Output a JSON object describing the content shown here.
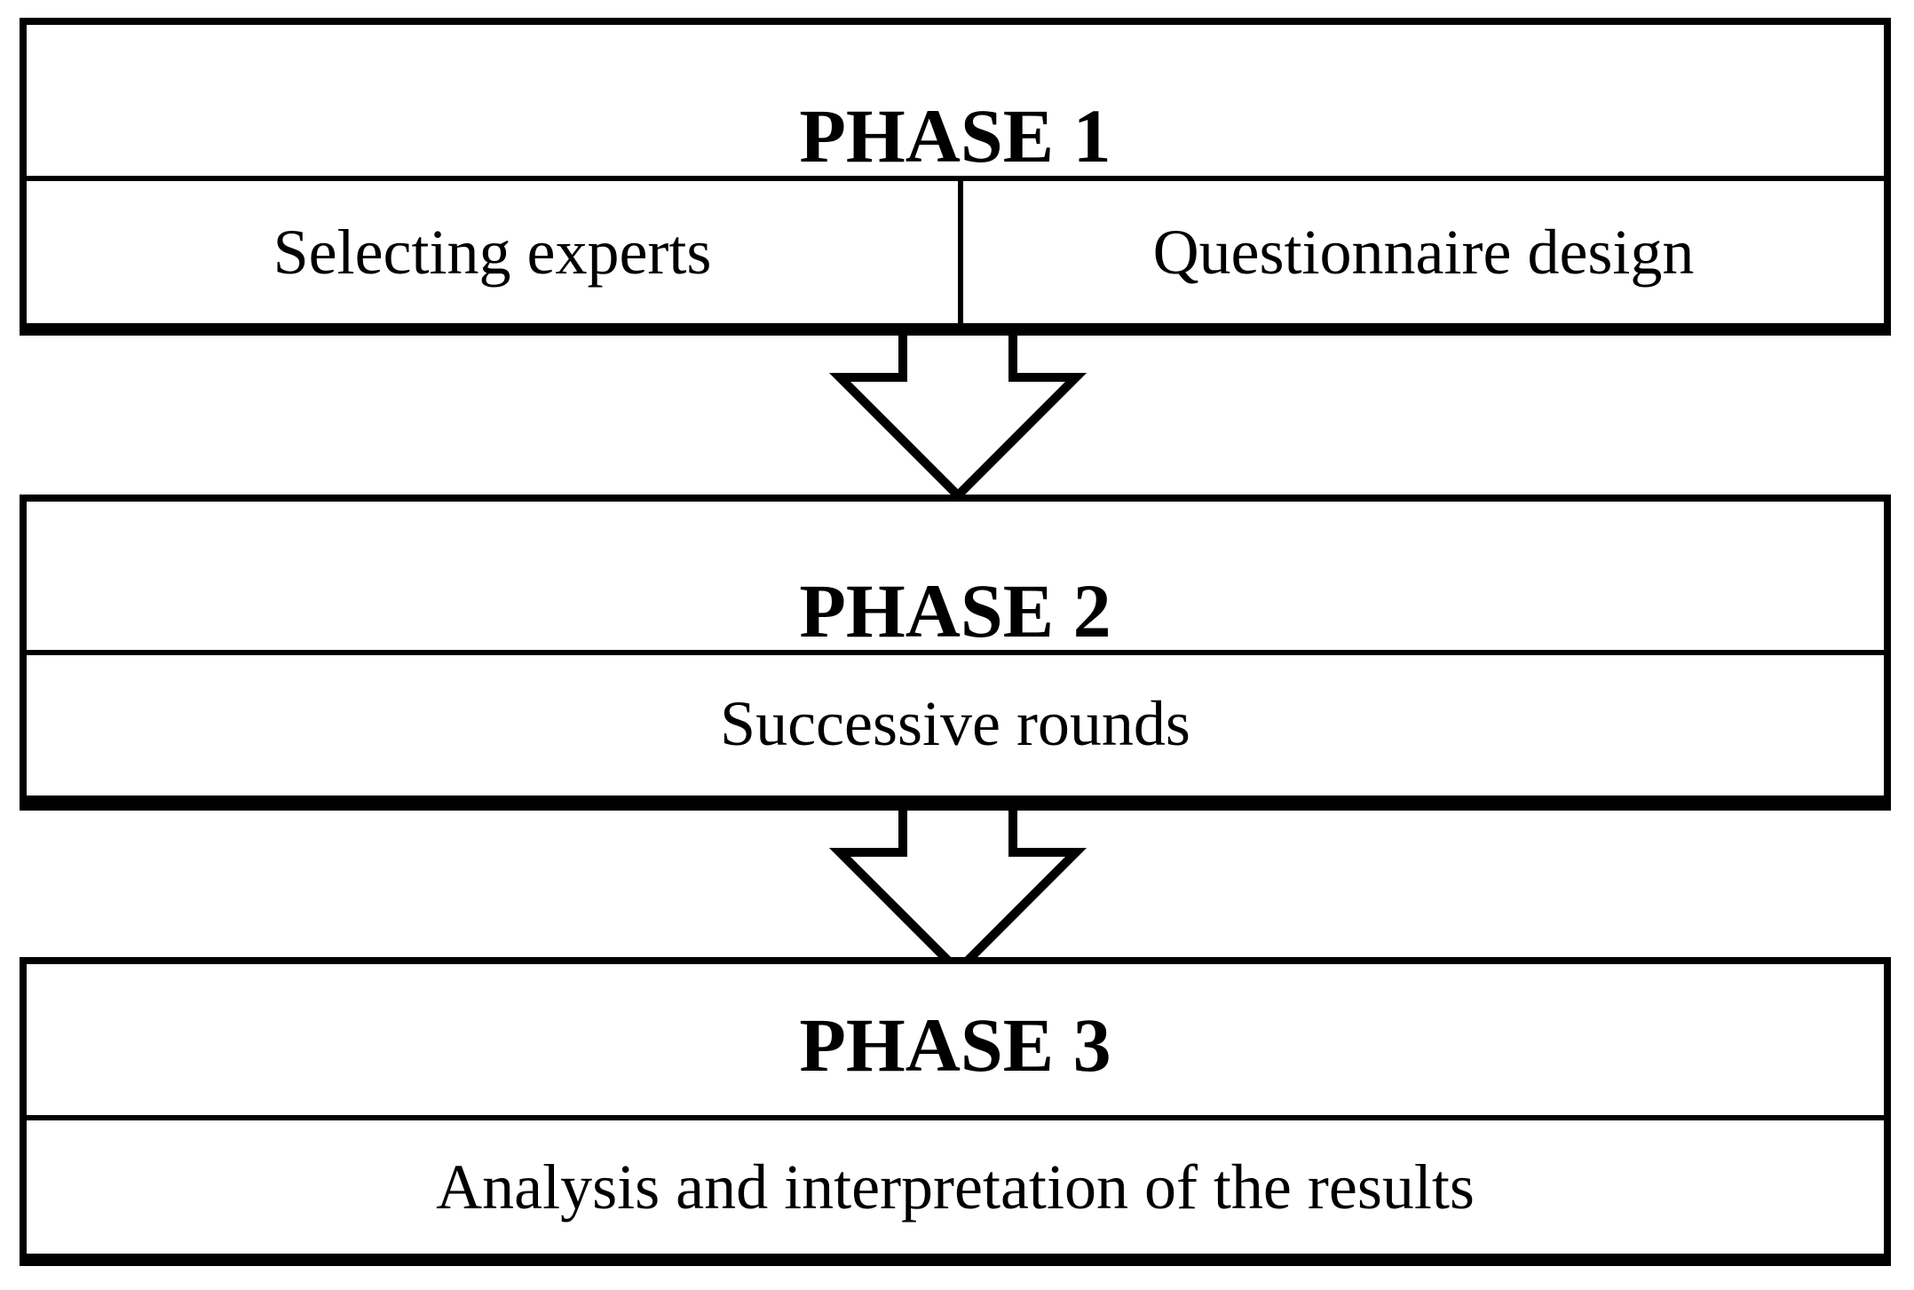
{
  "phases": [
    {
      "title": "PHASE 1",
      "items": [
        "Selecting experts",
        "Questionnaire design"
      ]
    },
    {
      "title": "PHASE 2",
      "items": [
        "Successive rounds"
      ]
    },
    {
      "title": "PHASE 3",
      "items": [
        "Analysis and interpretation of the results"
      ]
    }
  ],
  "icons": {
    "flow_arrow": "down-arrow-icon"
  },
  "colors": {
    "stroke": "#000000",
    "fill": "#ffffff"
  }
}
